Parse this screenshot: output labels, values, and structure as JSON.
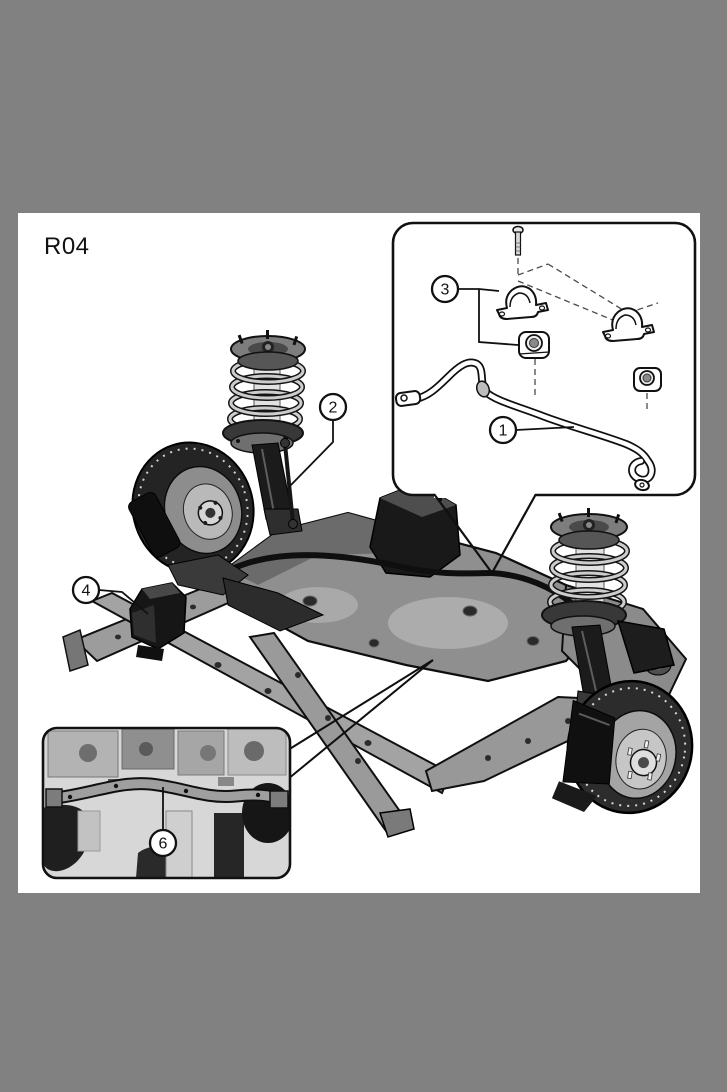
{
  "page": {
    "code": "R04"
  },
  "callouts": {
    "item1": {
      "number": "1",
      "part": "stabilizer-bar"
    },
    "item2": {
      "number": "2",
      "part": "stabilizer-link"
    },
    "item3": {
      "number": "3",
      "part": "stabilizer-bar-bracket-and-bushing"
    },
    "item4": {
      "number": "4",
      "part": "subframe-mount-bracket"
    },
    "item6": {
      "number": "6",
      "part": "underbody-brace-bar"
    }
  },
  "colors": {
    "canvas_background": "#818181",
    "page_background": "#ffffff",
    "line_color": "#111111"
  }
}
